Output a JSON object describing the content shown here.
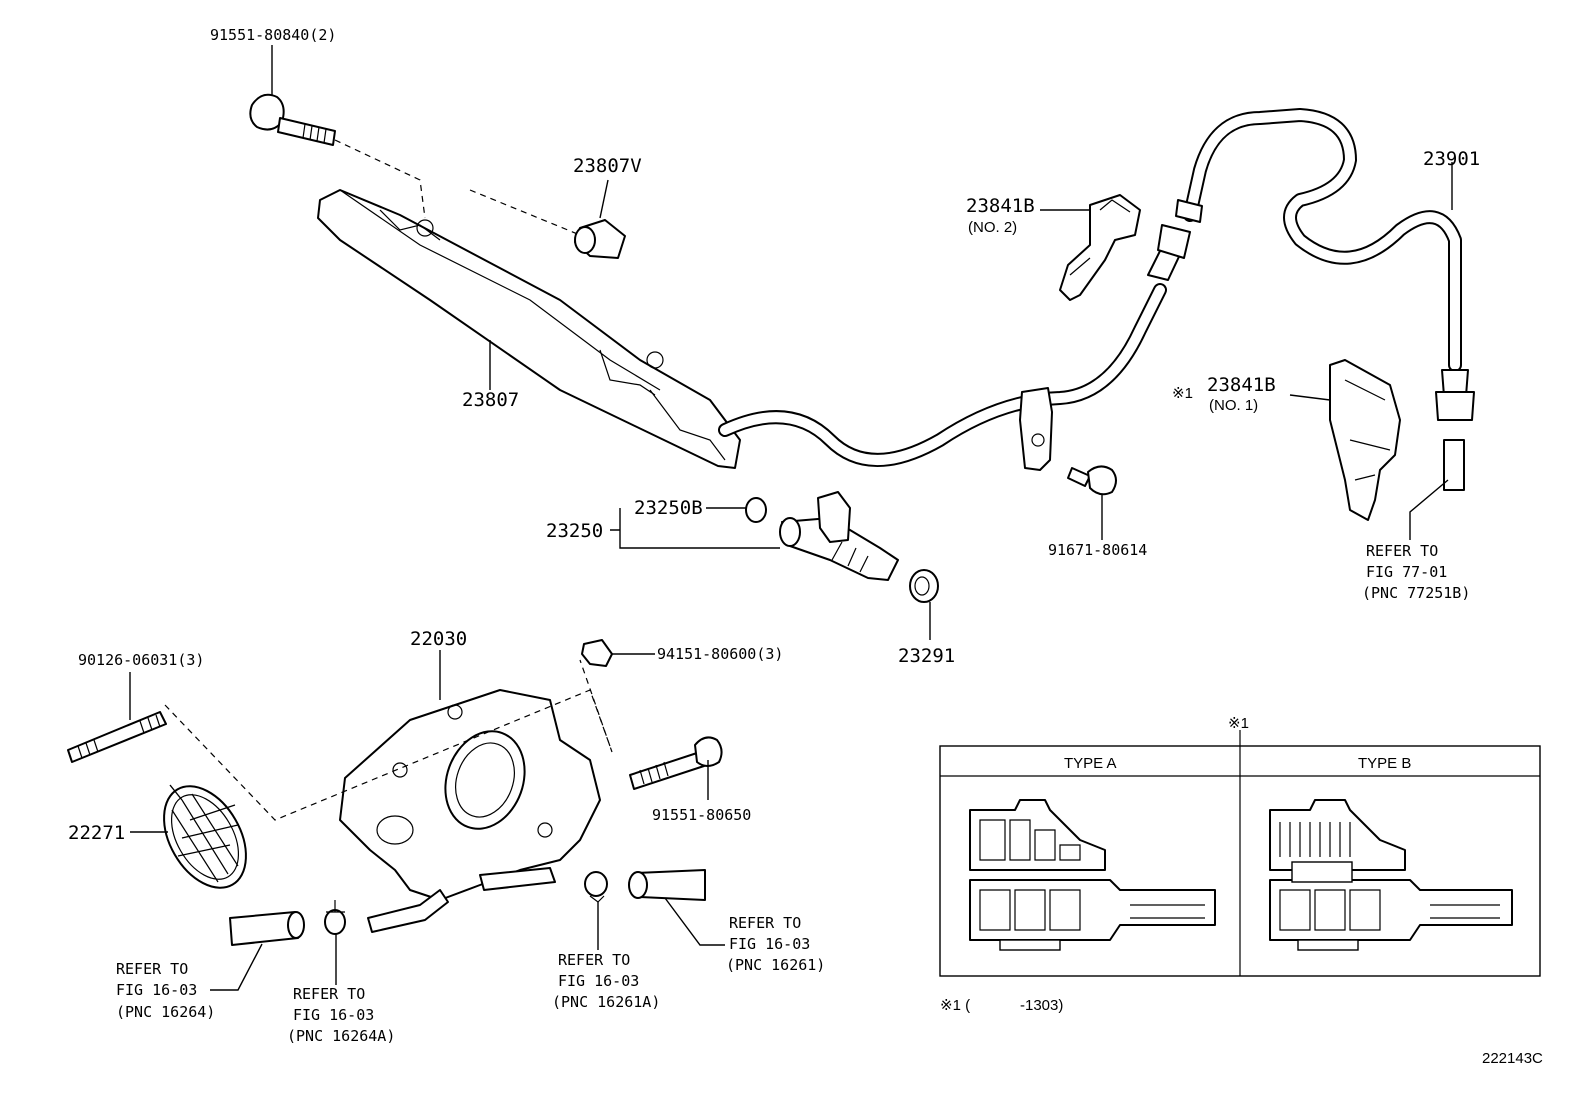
{
  "labels": {
    "p91551_80840": "91551-80840(2)",
    "p23807V": "23807V",
    "p23807": "23807",
    "p23841B_no2": "23841B",
    "no2": "(NO. 2)",
    "p23901": "23901",
    "mark1_main": "※1",
    "p23841B_no1": "23841B",
    "no1": "(NO. 1)",
    "p23250B": "23250B",
    "p23250": "23250",
    "p91671_80614": "91671-80614",
    "refer_77_line1": "REFER TO",
    "refer_77_line2": "FIG 77-01",
    "refer_77_line3": "(PNC 77251B)",
    "p23291": "23291",
    "p22030": "22030",
    "p90126_06031": "90126-06031(3)",
    "p94151_80600": "94151-80600(3)",
    "p91551_80650": "91551-80650",
    "p22271": "22271",
    "refer_16261_line1": "REFER TO",
    "refer_16261_line2": "FIG 16-03",
    "refer_16261_line3": "(PNC 16261)",
    "refer_16261A_line1": "REFER TO",
    "refer_16261A_line2": "FIG 16-03",
    "refer_16261A_line3": "(PNC 16261A)",
    "refer_16264_line1": "REFER TO",
    "refer_16264_line2": "FIG 16-03",
    "refer_16264_line3": "(PNC 16264)",
    "refer_16264A_line1": "REFER TO",
    "refer_16264A_line2": "FIG 16-03",
    "refer_16264A_line3": "(PNC 16264A)"
  },
  "inset": {
    "mark": "※1",
    "type_a": "TYPE A",
    "type_b": "TYPE B",
    "footnote_mark": "※1 (",
    "footnote_range": "-1303)"
  },
  "figure_id": "222143C"
}
